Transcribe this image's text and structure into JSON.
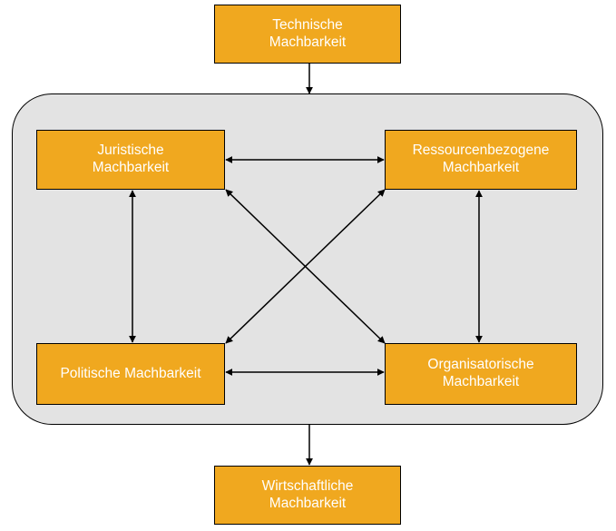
{
  "diagram": {
    "nodes": {
      "technisch": "Technische\nMachbarkeit",
      "juristisch": "Juristische\nMachbarkeit",
      "ressourcen": "Ressourcenbezogene\nMachbarkeit",
      "politisch": "Politische Machbarkeit",
      "organisatorisch": "Organisatorische\nMachbarkeit",
      "wirtschaftlich": "Wirtschaftliche\nMachbarkeit"
    },
    "edges": [
      {
        "from": "technisch",
        "to": "group",
        "direction": "forward"
      },
      {
        "from": "juristisch",
        "to": "ressourcen",
        "direction": "both"
      },
      {
        "from": "juristisch",
        "to": "politisch",
        "direction": "both"
      },
      {
        "from": "ressourcen",
        "to": "organisatorisch",
        "direction": "both"
      },
      {
        "from": "politisch",
        "to": "organisatorisch",
        "direction": "both"
      },
      {
        "from": "juristisch",
        "to": "organisatorisch",
        "direction": "both"
      },
      {
        "from": "ressourcen",
        "to": "politisch",
        "direction": "both"
      },
      {
        "from": "group",
        "to": "wirtschaftlich",
        "direction": "forward"
      }
    ],
    "colors": {
      "box_fill": "#f0a81f",
      "box_text": "#ffffff",
      "group_fill": "#e3e3e3",
      "stroke": "#000000"
    }
  }
}
